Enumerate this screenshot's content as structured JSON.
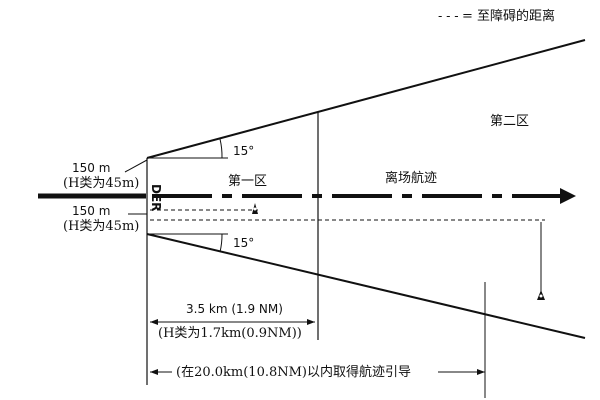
{
  "legend": {
    "dash_sample": "- - -",
    "text": "= 至障碍的距离"
  },
  "zones": {
    "zone1": "第一区",
    "zone2": "第二区"
  },
  "track": {
    "label": "离场航迹"
  },
  "angles": {
    "upper": "15°",
    "lower": "15°"
  },
  "der": "DER",
  "widths": {
    "upper_value": "150 m",
    "upper_note": "(H类为45m)",
    "lower_value": "150 m",
    "lower_note": "(H类为45m)"
  },
  "distances": {
    "d1_value": "3.5 km (1.9 NM)",
    "d1_note": "(H类为1.7km(0.9NM))",
    "d2": "(在20.0km(10.8NM)以内取得航迹引导"
  },
  "colors": {
    "ink": "#111111",
    "background": "#ffffff"
  },
  "icons": [
    "obstacle-icon",
    "obstacle-icon",
    "arrowhead-icon"
  ]
}
